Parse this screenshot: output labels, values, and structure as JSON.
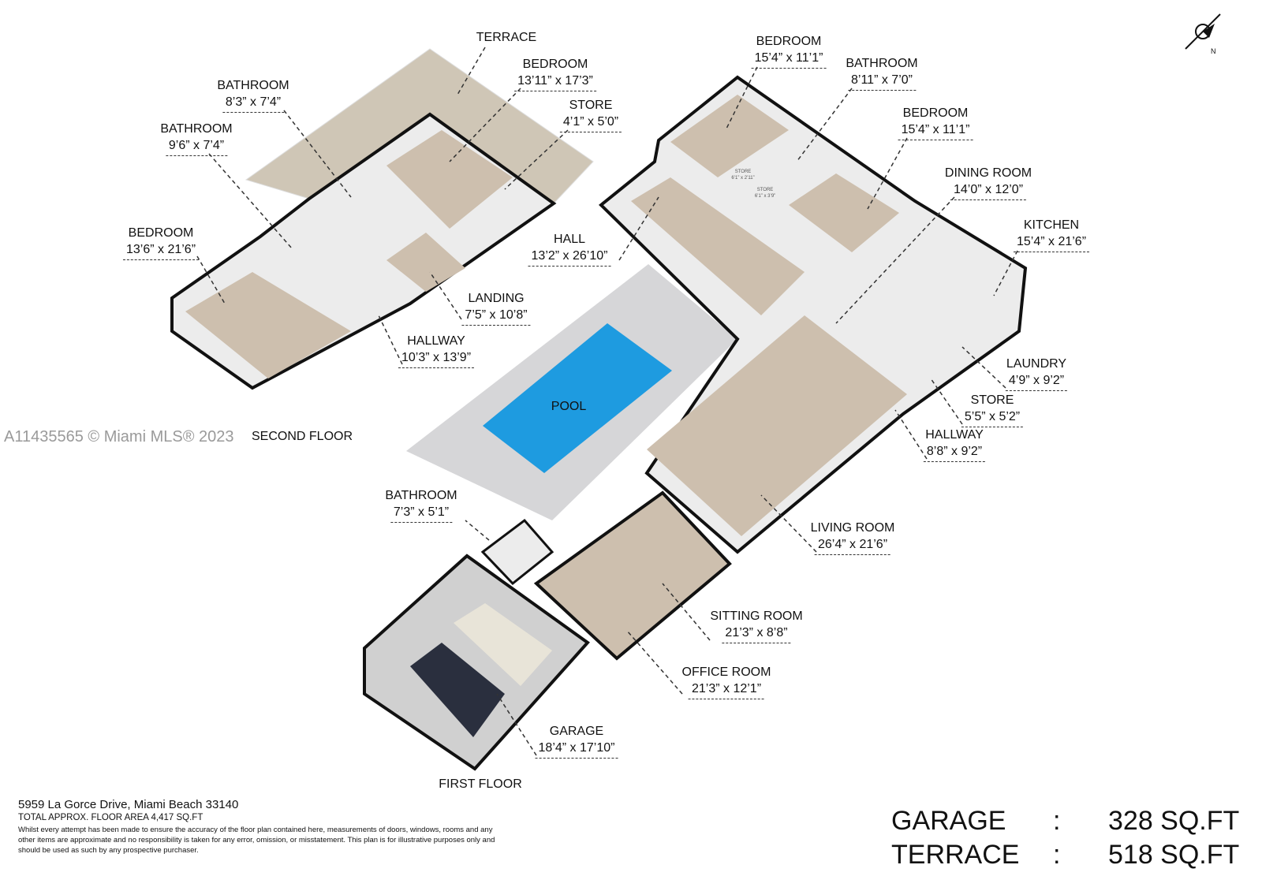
{
  "rooms_second_floor": [
    {
      "name": "TERRACE",
      "dim": ""
    },
    {
      "name": "BEDROOM",
      "dim": "13’11” x 17’3”"
    },
    {
      "name": "STORE",
      "dim": "4’1” x 5’0”"
    },
    {
      "name": "BATHROOM",
      "dim": "8’3” x 7’4”"
    },
    {
      "name": "BATHROOM",
      "dim": "9’6” x 7’4”"
    },
    {
      "name": "BEDROOM",
      "dim": "13’6” x 21’6”"
    },
    {
      "name": "LANDING",
      "dim": "7’5” x 10’8”"
    },
    {
      "name": "HALLWAY",
      "dim": "10’3” x 13’9”"
    }
  ],
  "rooms_first_floor": [
    {
      "name": "HALL",
      "dim": "13’2” x 26’10”"
    },
    {
      "name": "BEDROOM",
      "dim": "15’4” x 11’1”"
    },
    {
      "name": "BATHROOM",
      "dim": "8’11” x 7’0”"
    },
    {
      "name": "BEDROOM",
      "dim": "15’4” x 11’1”"
    },
    {
      "name": "DINING ROOM",
      "dim": "14’0” x 12’0”"
    },
    {
      "name": "KITCHEN",
      "dim": "15’4” x 21’6”"
    },
    {
      "name": "LAUNDRY",
      "dim": "4’9” x 9’2”"
    },
    {
      "name": "STORE",
      "dim": "5’5” x 5’2”"
    },
    {
      "name": "HALLWAY",
      "dim": "8’8” x 9’2”"
    },
    {
      "name": "LIVING ROOM",
      "dim": "26’4” x 21’6”"
    },
    {
      "name": "BATHROOM",
      "dim": "7’3” x 5’1”"
    },
    {
      "name": "SITTING ROOM",
      "dim": "21’3” x 8’8”"
    },
    {
      "name": "OFFICE ROOM",
      "dim": "21’3” x 12’1”"
    },
    {
      "name": "GARAGE",
      "dim": "18’4” x 17’10”"
    },
    {
      "name": "POOL",
      "dim": ""
    }
  ],
  "small_stores": [
    {
      "name": "STORE",
      "dim": "6’1” x 2’11”"
    },
    {
      "name": "STORE",
      "dim": "6’1” x 3’9”"
    }
  ],
  "floors": {
    "second": "SECOND FLOOR",
    "first": "FIRST FLOOR"
  },
  "watermark": "A11435565 © Miami MLS® 2023",
  "compass_label": "N",
  "footer": {
    "address": "5959 La Gorce Drive, Miami Beach 33140",
    "total": "TOTAL APPROX. FLOOR AREA 4,417 SQ.FT",
    "disclaimer": "Whilst every attempt has been made to ensure the accuracy of the floor plan contained here, measurements of doors, windows, rooms and any other items are approximate and no responsibility is taken for any error, omission, or misstatement. This plan is for illustrative purposes only and should be used as such by any prospective purchaser."
  },
  "areas": [
    {
      "name": "GARAGE",
      "sep": ":",
      "value": "328 SQ.FT"
    },
    {
      "name": "TERRACE",
      "sep": ":",
      "value": "518 SQ.FT"
    }
  ],
  "colors": {
    "floor": "#cdbfae",
    "wall": "#111111",
    "pool": "#1e9be0",
    "deck": "#d6d6d8",
    "terrace": "#cfc6b6"
  }
}
